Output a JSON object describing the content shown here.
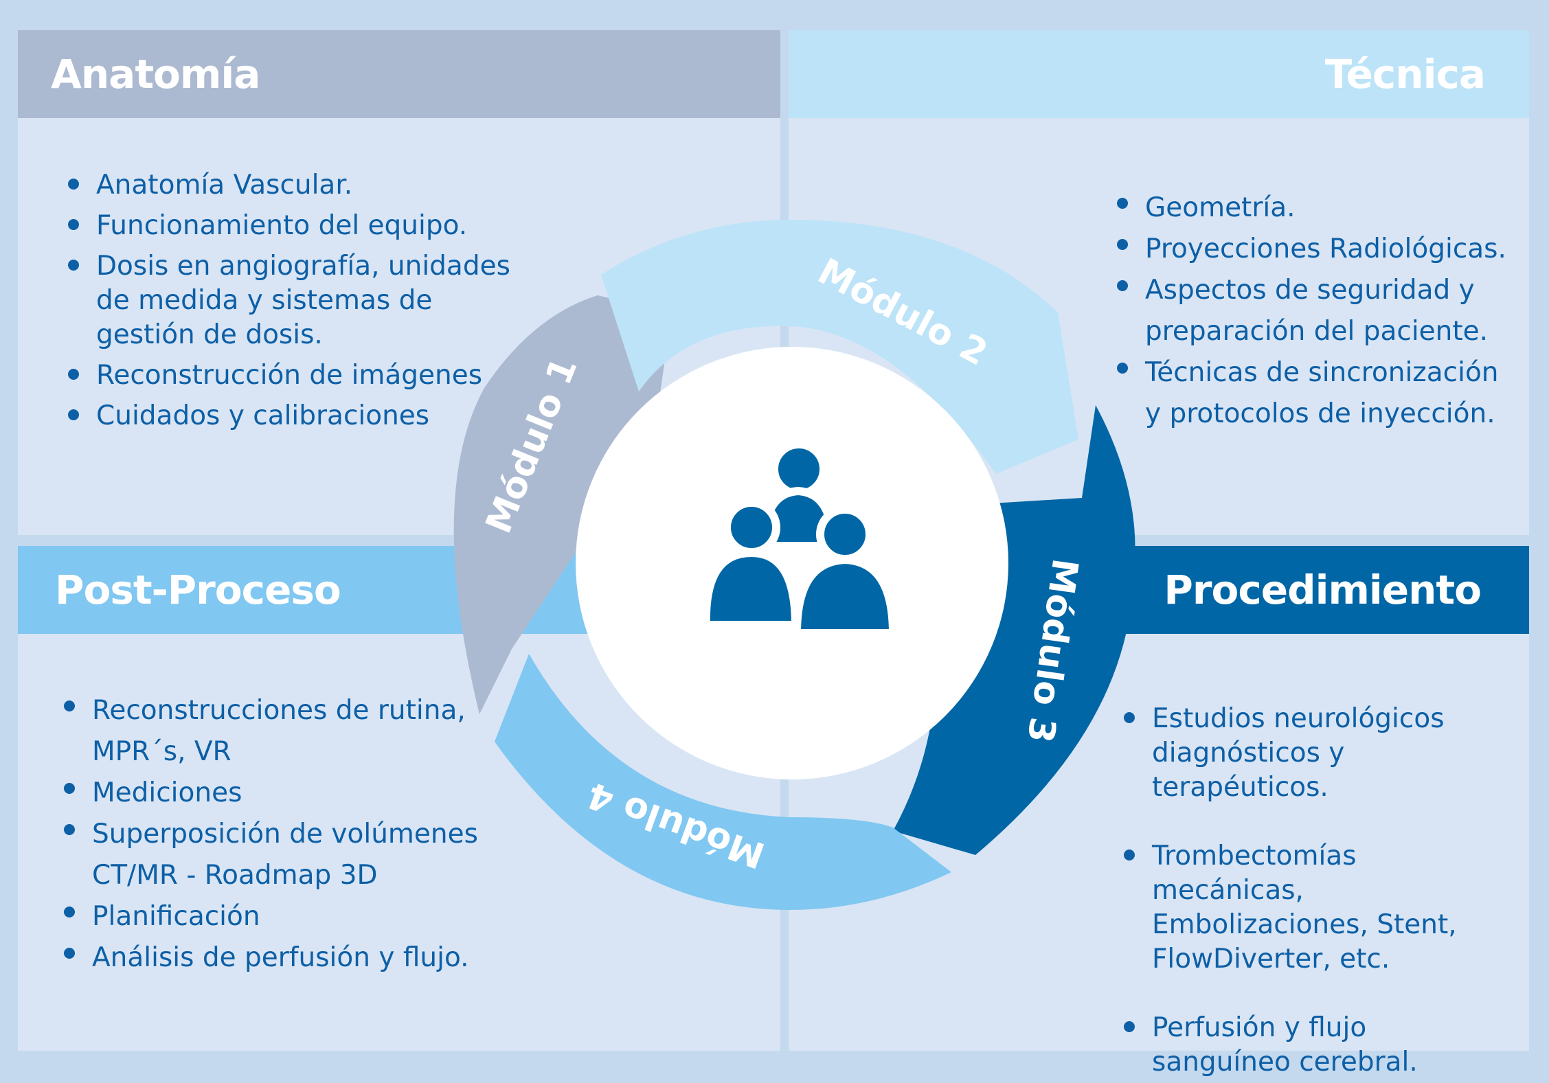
{
  "colors": {
    "background": "#c5d9ee",
    "panel": "#d9e5f4",
    "anatomia": "#acbad1",
    "tecnica": "#bde3f8",
    "post_proceso": "#80c7f1",
    "procedimiento": "#0166a6",
    "text": "#0d5fa6"
  },
  "sections": {
    "anatomia": {
      "title": "Anatomía",
      "items": [
        "Anatomía Vascular.",
        "Funcionamiento del equipo.",
        "Dosis en angiografía, unidades de medida y sistemas de gestión de dosis.",
        "Reconstrucción de imágenes",
        "Cuidados y calibraciones"
      ]
    },
    "tecnica": {
      "title": "Técnica",
      "items": [
        "Geometría.",
        "Proyecciones Radiológicas.",
        "Aspectos de seguridad y preparación del paciente.",
        "Técnicas de sincronización y protocolos de inyección."
      ]
    },
    "post_proceso": {
      "title": "Post-Proceso",
      "items": [
        "Reconstrucciones de rutina, MPR´s, VR",
        "Mediciones",
        "Superposición de volúmenes CT/MR - Roadmap 3D",
        "Planificación",
        "Análisis de perfusión y flujo."
      ]
    },
    "procedimiento": {
      "title": "Procedimiento",
      "items": [
        "Estudios neurológicos diagnósticos y terapéuticos.",
        "Trombectomías mecánicas, Embolizaciones, Stent, FlowDiverter, etc.",
        "Perfusión y flujo sanguíneo cerebral."
      ]
    }
  },
  "modules": {
    "m1": "Módulo 1",
    "m2": "Módulo 2",
    "m3": "Módulo 3",
    "m4": "Módulo 4"
  },
  "center_icon": "people-group-icon"
}
